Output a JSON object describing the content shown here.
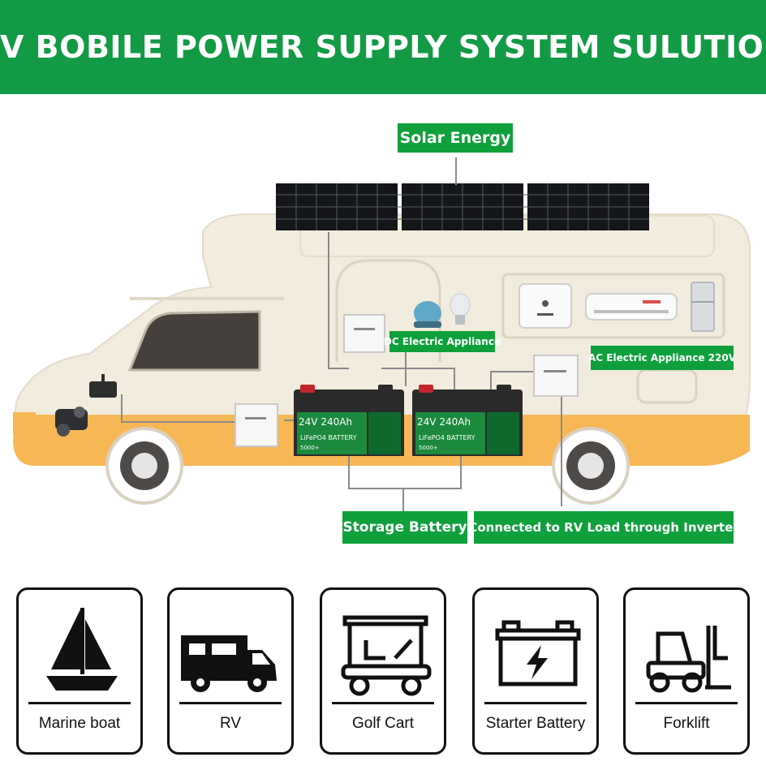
{
  "header": {
    "title": "RV BOBILE POWER SUPPLY SYSTEM SULUTION"
  },
  "diagram": {
    "labels": {
      "solar": "Solar Energy",
      "dc": "DC Electric Appliance",
      "ac": "AC Electric Appliance 220V",
      "storage": "Storage Battery",
      "inverter": "Connected to RV Load through Inverter"
    },
    "battery": {
      "voltage": "24V",
      "capacity": "240Ah",
      "type": "LiFePO4 BATTERY",
      "cycles": "5000+"
    }
  },
  "applications": [
    {
      "label": "Marine boat",
      "icon": "sailboat-icon"
    },
    {
      "label": "RV",
      "icon": "rv-icon"
    },
    {
      "label": "Golf Cart",
      "icon": "golf-cart-icon"
    },
    {
      "label": "Starter Battery",
      "icon": "car-battery-icon"
    },
    {
      "label": "Forklift",
      "icon": "forklift-icon"
    }
  ],
  "colors": {
    "brand_green": "#129a45",
    "label_green": "#0fa03c",
    "rv_body": "#f1ecdd",
    "rv_stripe": "#f8b755"
  }
}
